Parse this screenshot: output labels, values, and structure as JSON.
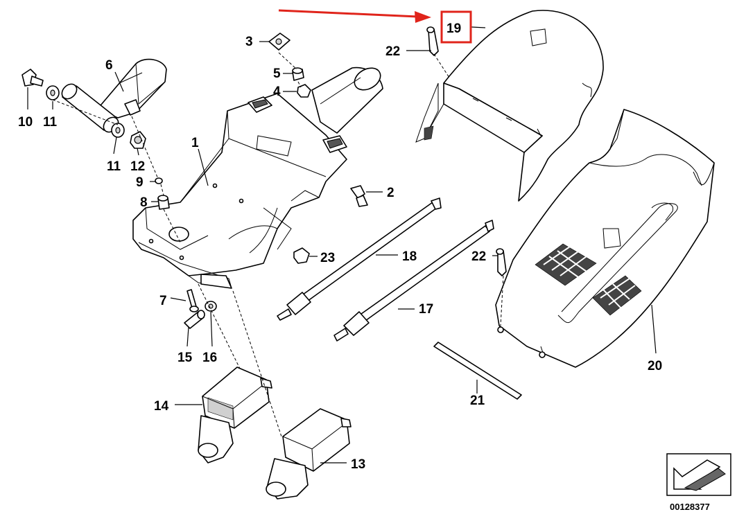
{
  "diagram": {
    "part_labels": [
      "1",
      "2",
      "3",
      "4",
      "5",
      "6",
      "7",
      "8",
      "9",
      "10",
      "11",
      "11",
      "12",
      "13",
      "14",
      "15",
      "16",
      "17",
      "18",
      "19",
      "20",
      "21",
      "22",
      "22",
      "23"
    ],
    "highlighted_label": "19",
    "highlight_color": "#e0241b",
    "arrow_color": "#e0241b",
    "catalog_number": "00128377"
  }
}
